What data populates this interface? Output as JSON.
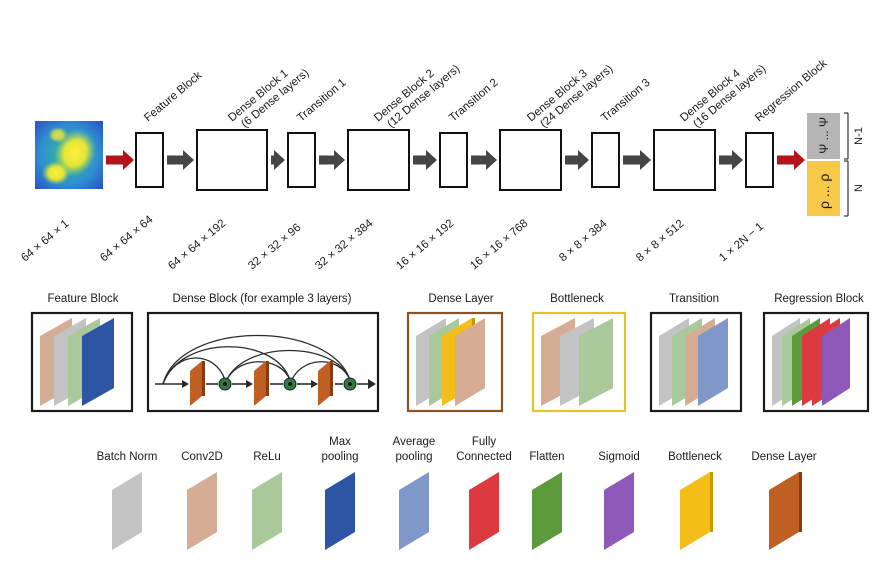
{
  "pipeline": {
    "stage_labels": [
      "Feature Block",
      "Dense Block 1 (6 Dense layers)",
      "Transition 1",
      "Dense Block 2 (12 Dense layers)",
      "Transition 2",
      "Dense Block 3 (24 Dense layers)",
      "Transition 3",
      "Dense Block 4 (16 Dense layers)",
      "Regression Block"
    ],
    "stage_label_lines": [
      [
        "Feature Block"
      ],
      [
        "Dense Block 1",
        "(6 Dense layers)"
      ],
      [
        "Transition 1"
      ],
      [
        "Dense Block 2",
        "(12 Dense layers)"
      ],
      [
        "Transition 2"
      ],
      [
        "Dense Block 3",
        "(24 Dense layers)"
      ],
      [
        "Transition 3"
      ],
      [
        "Dense Block 4",
        "(16 Dense layers)"
      ],
      [
        "Regression Block"
      ]
    ],
    "dimensions": [
      "64 × 64 × 1",
      "64 × 64 × 64",
      "64 × 64 × 192",
      "32 × 32 × 96",
      "32 × 32 × 384",
      "16 × 16 × 192",
      "16 × 16 × 768",
      "8 × 8 × 384",
      "8 × 8 × 512",
      "1 × 2N − 1"
    ],
    "output": {
      "upper_label": "N-1",
      "lower_label": "N",
      "upper_symbol": "Ψ ... Ψ",
      "lower_symbol": "ρ ... ρ",
      "upper_color": "#b5b5b5",
      "lower_color": "#f7c948"
    },
    "input_arrow_color": "#b3141c",
    "flow_arrow_color": "#454545"
  },
  "components": [
    {
      "title": "Feature Block",
      "border": "#1a1a1a"
    },
    {
      "title": "Dense Block (for example 3 layers)",
      "border": "#1a1a1a"
    },
    {
      "title": "Dense Layer",
      "border": "#8a5426"
    },
    {
      "title": "Bottleneck",
      "border": "#e7c32a"
    },
    {
      "title": "Transition",
      "border": "#1a1a1a"
    },
    {
      "title": "Regression Block",
      "border": "#1a1a1a"
    }
  ],
  "legend": [
    {
      "lines": [
        "Batch Norm"
      ],
      "color": "#c3c3c3",
      "side": "#c3c3c3"
    },
    {
      "lines": [
        "Conv2D"
      ],
      "color": "#d5ac94",
      "side": "#d5ac94"
    },
    {
      "lines": [
        "ReLu"
      ],
      "color": "#a9c99b",
      "side": "#a9c99b"
    },
    {
      "lines": [
        "Max",
        "pooling"
      ],
      "color": "#2e55a3",
      "side": "#2e55a3"
    },
    {
      "lines": [
        "Average",
        "pooling"
      ],
      "color": "#7f97c9",
      "side": "#7f97c9"
    },
    {
      "lines": [
        "Fully",
        "Connected"
      ],
      "color": "#dd3a3f",
      "side": "#dd3a3f"
    },
    {
      "lines": [
        "Flatten"
      ],
      "color": "#5c9a3c",
      "side": "#5c9a3c"
    },
    {
      "lines": [
        "Sigmoid"
      ],
      "color": "#8e59b8",
      "side": "#8e59b8"
    },
    {
      "lines": [
        "Bottleneck"
      ],
      "color": "#f3be18",
      "side": "#c99a00"
    },
    {
      "lines": [
        "Dense Layer"
      ],
      "color": "#c05f22",
      "side": "#8a3a10"
    }
  ]
}
